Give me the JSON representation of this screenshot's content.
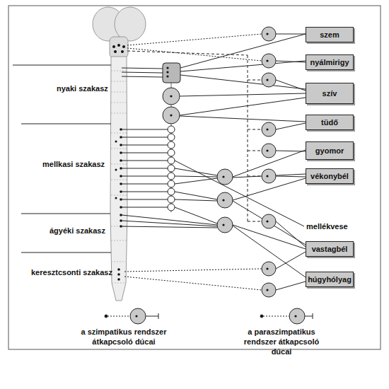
{
  "diagram": {
    "nodes": [
      {
        "text": [
          "szem"
        ]
      },
      {
        "text": [
          "nyálmirigy"
        ]
      },
      {
        "text": [
          "szív"
        ]
      },
      {
        "text": [
          "tüdő"
        ]
      },
      {
        "text": [
          "gyomor"
        ]
      },
      {
        "text": [
          "vékonybél"
        ]
      },
      {
        "text": [
          "vastagbél"
        ]
      },
      {
        "text": [
          "húgyhólyag"
        ]
      }
    ],
    "labels": [
      "nyaki szakasz",
      "mellkasi szakasz",
      "ágyéki szakasz",
      "keresztcsonti szakasz",
      "mellékvese"
    ],
    "legend": [
      {
        "text": "a szimpatikus rendszer átkapcsoló dúcai"
      },
      {
        "text": "a paraszimpatikus rendszer átkapcsoló dúcai"
      }
    ]
  }
}
